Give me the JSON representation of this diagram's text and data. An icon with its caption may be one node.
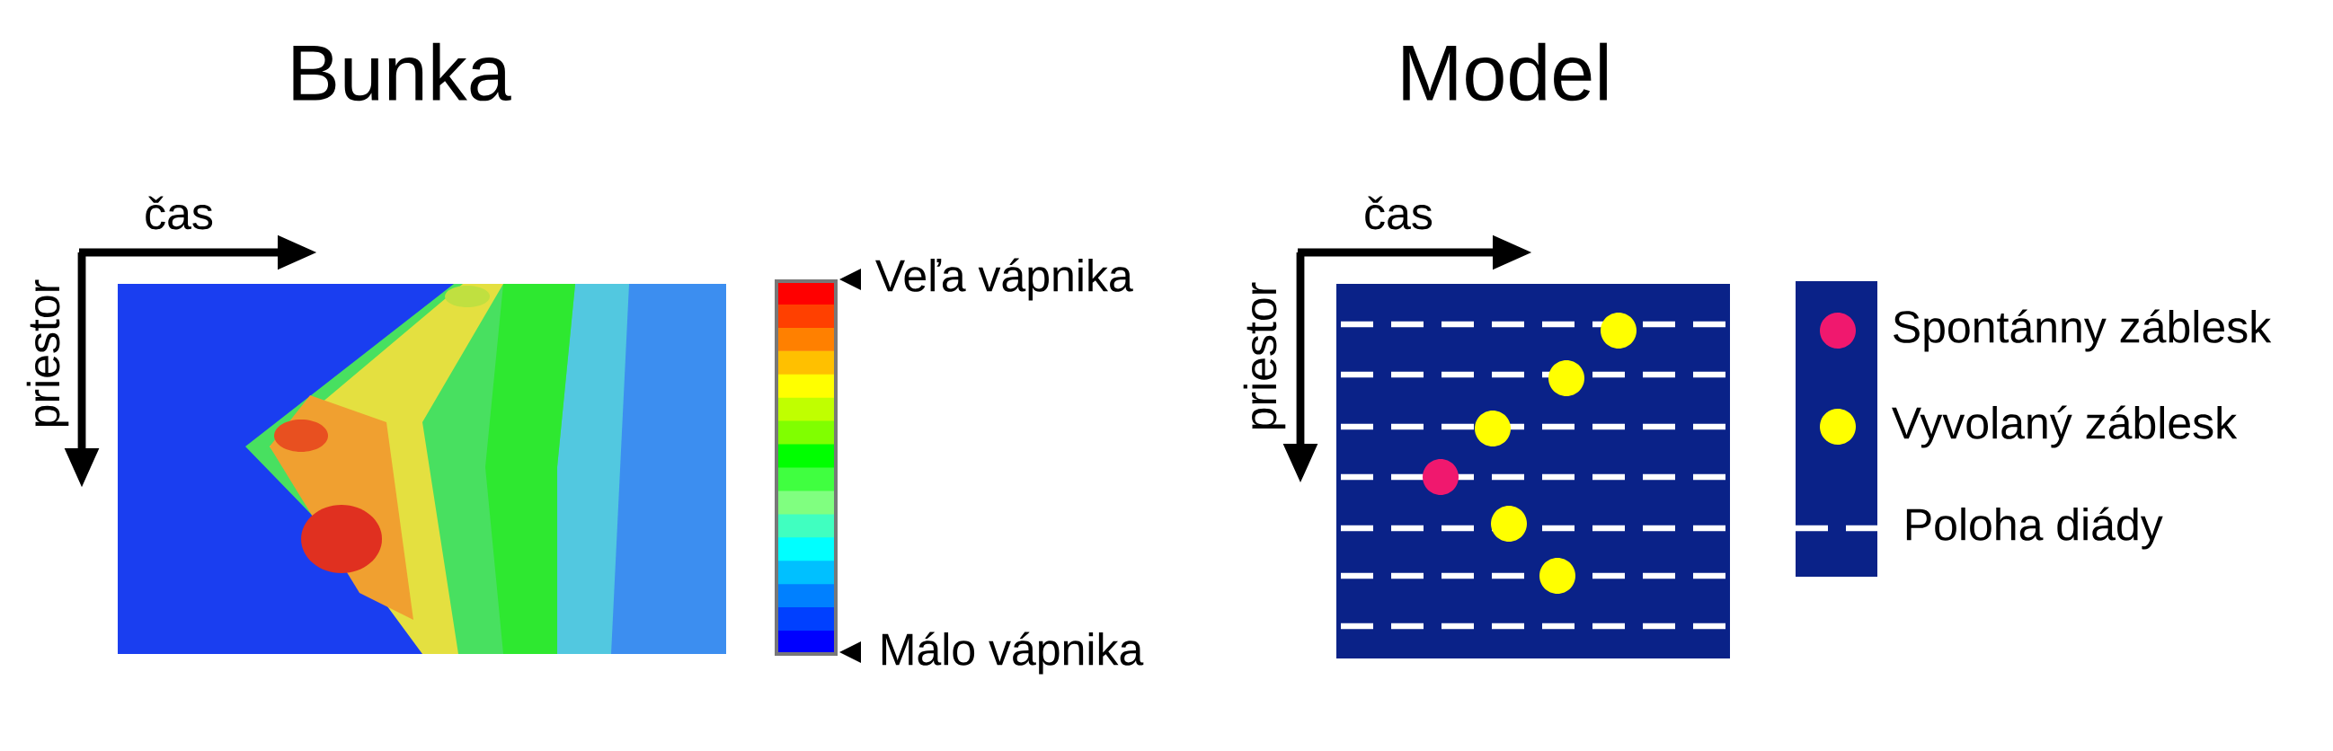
{
  "diagram": {
    "labels": [
      "Bunka",
      "Model",
      "čas",
      "priestor",
      "Veľa vápnika",
      "Málo vápnika",
      "čas",
      "priestor"
    ],
    "legend": [
      {
        "text": "Spontánny záblesk",
        "color": "#f0186e"
      },
      {
        "text": "Vyvolaný záblesk",
        "color": "#ffff00"
      },
      {
        "text": "Poloha diády"
      }
    ]
  }
}
